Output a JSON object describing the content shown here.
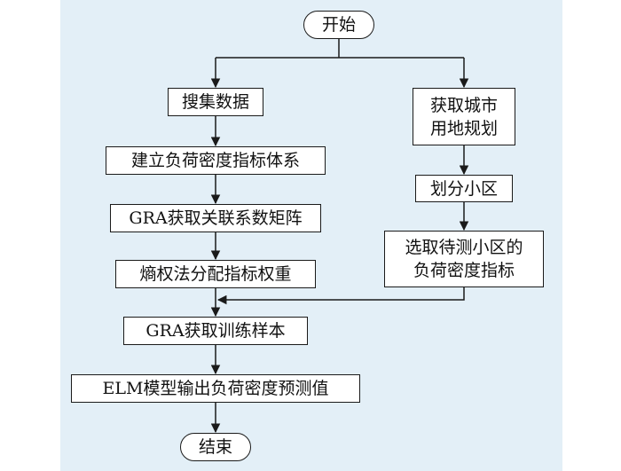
{
  "nodes": {
    "start": "开始",
    "collect": "搜集数据",
    "build_index": "建立负荷密度指标体系",
    "gra_matrix": "GRA获取关联系数矩阵",
    "entropy": "熵权法分配指标权重",
    "gra_samples": "GRA获取训练样本",
    "elm": "ELM模型输出负荷密度预测值",
    "end": "结束",
    "land_plan_1": "获取城市",
    "land_plan_2": "用地规划",
    "divide": "划分小区",
    "select_1": "选取待测小区的",
    "select_2": "负荷密度指标"
  }
}
